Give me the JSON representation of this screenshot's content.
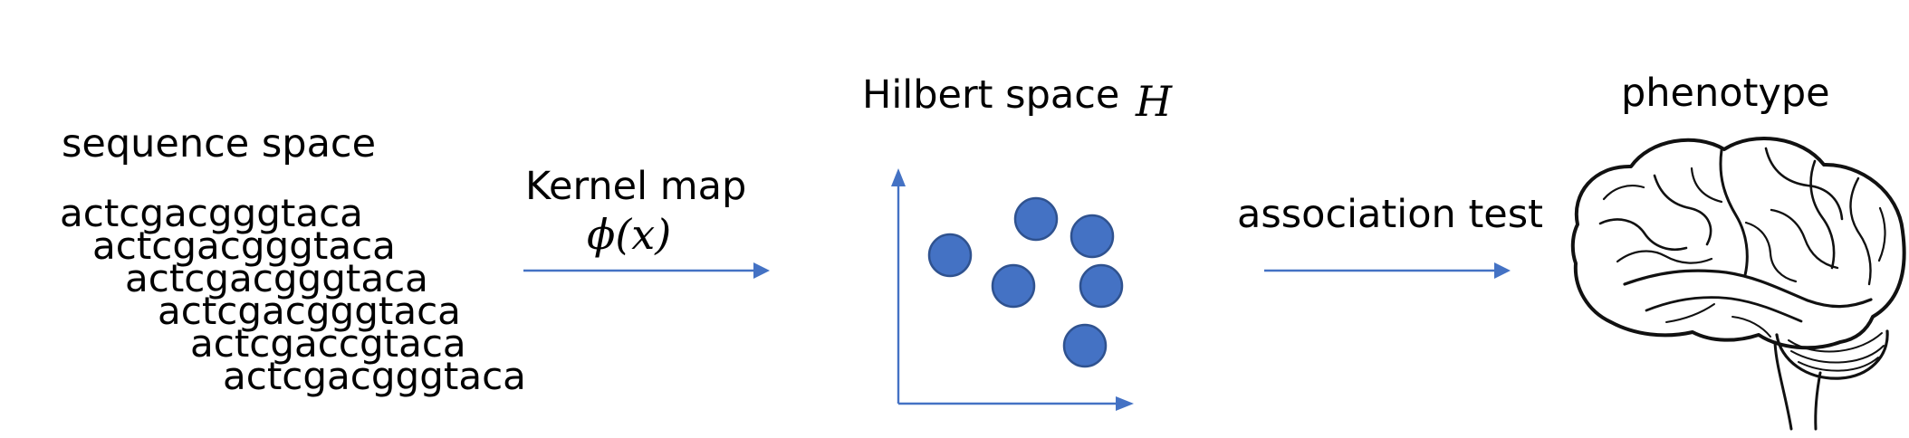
{
  "sequence_space": {
    "title": "sequence space",
    "sequences": [
      "actcgacgggtaca",
      "actcgacgggtaca",
      "actcgacgggtaca",
      "actcgacgggtaca",
      "actcgaccgtaca",
      "actcgacgggtaca"
    ]
  },
  "kernel_map": {
    "label": "Kernel map",
    "formula": "ϕ(x)"
  },
  "hilbert_space": {
    "label": "Hilbert space",
    "symbol": "H"
  },
  "association": {
    "label": "association test"
  },
  "phenotype": {
    "label": "phenotype"
  },
  "colors": {
    "accent": "#4472C4",
    "point_stroke": "#2F528F"
  },
  "icons": {
    "phenotype_image": "brain-icon"
  }
}
